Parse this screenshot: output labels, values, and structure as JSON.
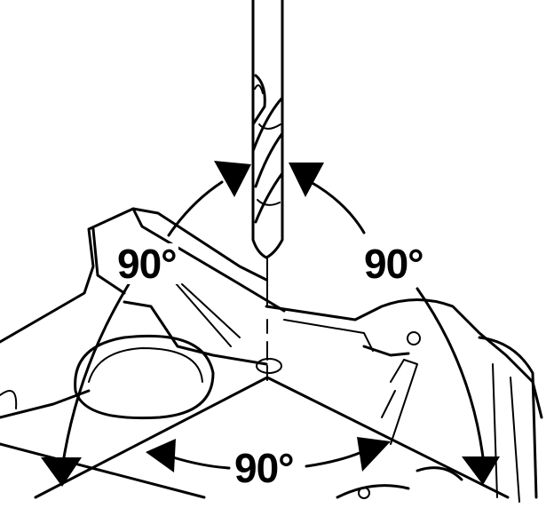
{
  "labels": {
    "left_angle": "90°",
    "right_angle": "90°",
    "bottom_angle": "90°"
  }
}
